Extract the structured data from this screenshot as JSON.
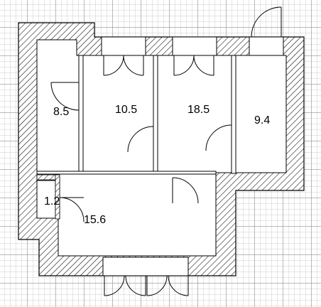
{
  "floor_plan": {
    "rooms": [
      {
        "id": "room-1",
        "area": "8.5"
      },
      {
        "id": "room-2",
        "area": "10.5"
      },
      {
        "id": "room-3",
        "area": "18.5"
      },
      {
        "id": "room-4",
        "area": "9.4"
      },
      {
        "id": "room-5",
        "area": "1.2"
      },
      {
        "id": "room-6",
        "area": "15.6"
      }
    ],
    "colors": {
      "wall_fill": "#ffffff",
      "wall_hatch": "#000000",
      "interior": "#ffffff",
      "grid": "#c8c8c8"
    }
  }
}
